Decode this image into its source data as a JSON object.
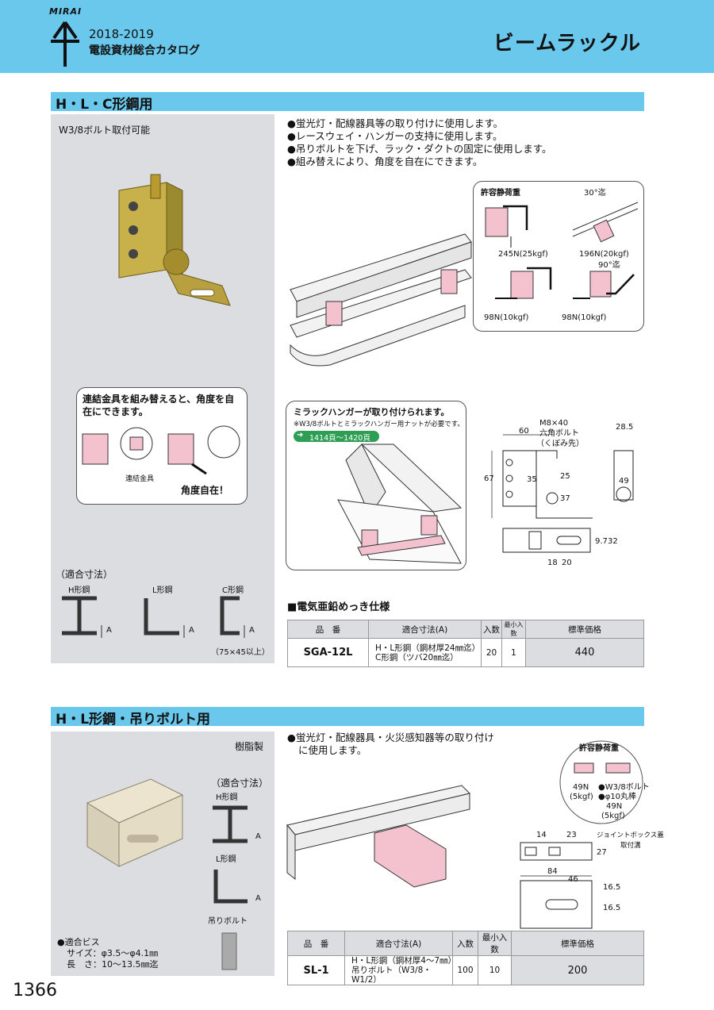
{
  "header": {
    "brand": "MIRAI",
    "year": "2018-2019",
    "catalog": "電設資材総合カタログ",
    "page_title": "ビームラックル"
  },
  "section1": {
    "title": "H・L・C形鋼用",
    "bolt_note": "W3/8ボルト取付可能",
    "bullets": [
      "蛍光灯・配線器具等の取り付けに使用します。",
      "レースウェイ・ハンガーの支持に使用します。",
      "吊りボルトを下げ、ラック・ダクトの固定に使用します。",
      "組み替えにより、角度を自在にできます。"
    ],
    "load_box": {
      "title": "許容静荷重",
      "angle1": "30°迄",
      "angle2": "90°迄",
      "loads": [
        "245N(25kgf)",
        "196N(20kgf)",
        "98N(10kgf)",
        "98N(10kgf)"
      ]
    },
    "combine_box": {
      "text_line1": "連結金具を組み替えると、角度を自",
      "text_line2": "在にできます。",
      "part_label": "連結金具",
      "angle_free": "角度自在！"
    },
    "hanger_box": {
      "title": "ミラックハンガーが取り付けられます。",
      "note": "※W3/8ボルトとミラックハンガー用ナットが必要です。",
      "pages": "1414頁～1420頁"
    },
    "dims": {
      "bolt_label_1": "M8×40",
      "bolt_label_2": "六角ボルト",
      "bolt_label_3": "（くぼみ先）",
      "d60": "60",
      "d28_5": "28.5",
      "d67": "67",
      "d35": "35",
      "d25": "25",
      "d37": "37",
      "d49": "49",
      "d9_7": "9.7",
      "d32": "32",
      "d18": "18",
      "d20": "20"
    },
    "fit": {
      "title": "（適合寸法）",
      "h": "H形鋼",
      "l": "L形鋼",
      "c": "C形鋼",
      "a": "A",
      "c_note": "（75×45以上）"
    },
    "spec_title": "■電気亜鉛めっき仕様",
    "table": {
      "headers": [
        "品　番",
        "適合寸法(A)",
        "入数",
        "最小入数",
        "標準価格"
      ],
      "row": {
        "code": "SGA-12L",
        "fit_line1": "H・L形鋼（鋼材厚24㎜迄）",
        "fit_line2": "C形鋼（ツバ20㎜迄）",
        "qty": "20",
        "min_qty": "1",
        "price": "440"
      }
    }
  },
  "section2": {
    "title": "H・L形鋼・吊りボルト用",
    "material": "樹脂製",
    "fit_title": "（適合寸法）",
    "h": "H形鋼",
    "l": "L形鋼",
    "bolt": "吊りボルト",
    "a": "A",
    "screw_title": "●適合ビス",
    "screw_size": "サイズ：φ3.5～φ4.1㎜",
    "screw_len": "長　さ：10～13.5㎜迄",
    "bullet_line1": "蛍光灯・配線器具・火災感知器等の取り付け",
    "bullet_line2": "に使用します。",
    "load": {
      "title": "許容静荷重",
      "left1": "49N",
      "left2": "(5kgf)",
      "bolt": "●W3/8ボルト",
      "rod": "●φ10丸棒",
      "right1": "49N",
      "right2": "(5kgf)"
    },
    "dims": {
      "d14": "14",
      "d23": "23",
      "jb1": "ジョイントボックス蓋",
      "jb2": "取付溝",
      "d27": "27",
      "d84": "84",
      "d46": "46",
      "d16_5a": "16.5",
      "d16_5b": "16.5"
    },
    "table": {
      "headers": [
        "品　番",
        "適合寸法(A)",
        "入数",
        "最小入数",
        "標準価格"
      ],
      "row": {
        "code": "SL-1",
        "fit_line1": "H・L形鋼（鋼材厚4～7㎜）",
        "fit_line2": "吊りボルト（W3/8・W1/2）",
        "qty": "100",
        "min_qty": "10",
        "price": "200"
      }
    }
  },
  "page_number": "1366"
}
